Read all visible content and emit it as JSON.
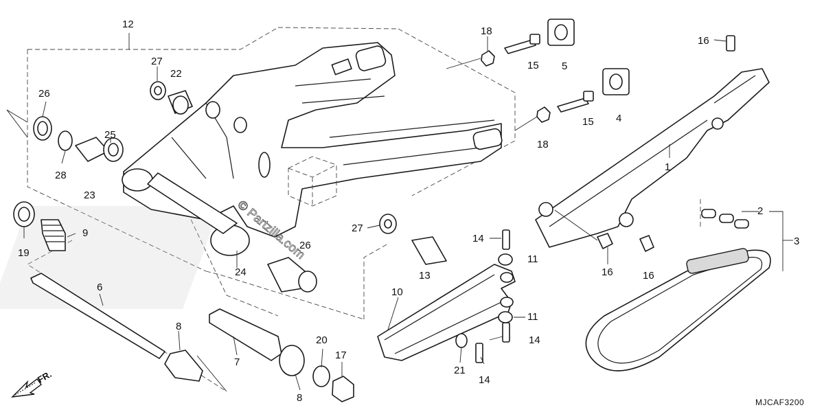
{
  "diagram": {
    "callouts": [
      {
        "id": "c1",
        "text": "1"
      },
      {
        "id": "c2",
        "text": "2"
      },
      {
        "id": "c3",
        "text": "3"
      },
      {
        "id": "c4",
        "text": "4"
      },
      {
        "id": "c5",
        "text": "5"
      },
      {
        "id": "c6",
        "text": "6"
      },
      {
        "id": "c7",
        "text": "7"
      },
      {
        "id": "c8a",
        "text": "8"
      },
      {
        "id": "c8b",
        "text": "8"
      },
      {
        "id": "c9",
        "text": "9"
      },
      {
        "id": "c10",
        "text": "10"
      },
      {
        "id": "c11a",
        "text": "11"
      },
      {
        "id": "c11b",
        "text": "11"
      },
      {
        "id": "c12",
        "text": "12"
      },
      {
        "id": "c13",
        "text": "13"
      },
      {
        "id": "c14a",
        "text": "14"
      },
      {
        "id": "c14b",
        "text": "14"
      },
      {
        "id": "c14c",
        "text": "14"
      },
      {
        "id": "c15a",
        "text": "15"
      },
      {
        "id": "c15b",
        "text": "15"
      },
      {
        "id": "c16a",
        "text": "16"
      },
      {
        "id": "c16b",
        "text": "16"
      },
      {
        "id": "c16c",
        "text": "16"
      },
      {
        "id": "c17",
        "text": "17"
      },
      {
        "id": "c18a",
        "text": "18"
      },
      {
        "id": "c18b",
        "text": "18"
      },
      {
        "id": "c19",
        "text": "19"
      },
      {
        "id": "c20",
        "text": "20"
      },
      {
        "id": "c21",
        "text": "21"
      },
      {
        "id": "c22",
        "text": "22"
      },
      {
        "id": "c23",
        "text": "23"
      },
      {
        "id": "c24",
        "text": "24"
      },
      {
        "id": "c25",
        "text": "25"
      },
      {
        "id": "c26a",
        "text": "26"
      },
      {
        "id": "c26b",
        "text": "26"
      },
      {
        "id": "c27a",
        "text": "27"
      },
      {
        "id": "c27b",
        "text": "27"
      },
      {
        "id": "c28",
        "text": "28"
      }
    ],
    "front_indicator": "FR.",
    "drawing_code": "MJCAF3200",
    "watermark": "© Partzilla.com"
  }
}
